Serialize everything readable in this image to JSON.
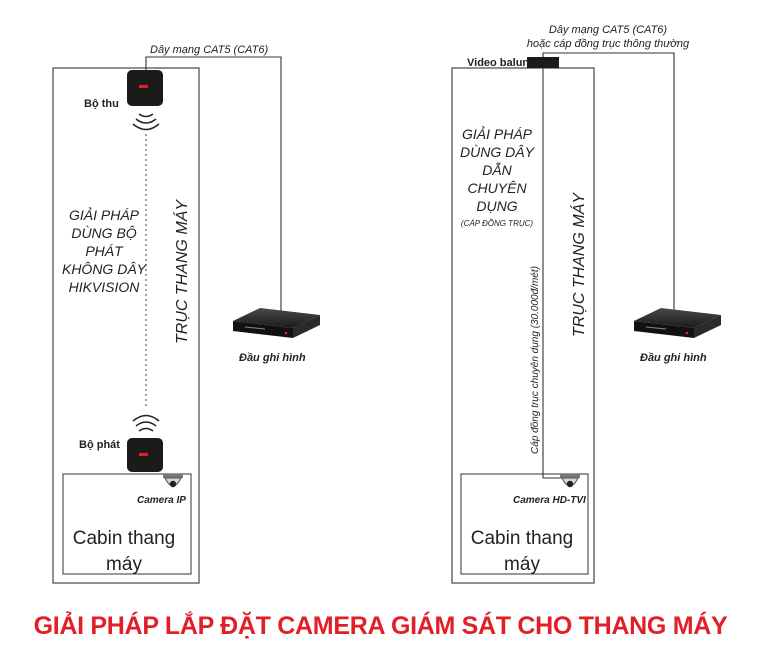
{
  "main_title": "GIẢI PHÁP LẮP ĐẶT CAMERA GIÁM SÁT CHO THANG MÁY",
  "colors": {
    "title": "#e21f26",
    "line": "#333333",
    "device": "#1b1b1b",
    "logo": "#e21f26"
  },
  "left": {
    "cable_label": "Dây mạng CAT5 (CAT6)",
    "receiver_label": "Bộ thu",
    "transmitter_label": "Bộ phát",
    "shaft_label": "TRỤC THANG MÁY",
    "solution_lines": [
      "GIẢI PHÁP",
      "DÙNG BỘ",
      "PHÁT",
      "KHÔNG DÂY",
      "HIKVISION"
    ],
    "recorder_label": "Đầu ghi hình",
    "camera_label": "Camera IP",
    "cabin_lines": [
      "Cabin thang",
      "máy"
    ],
    "icons": [
      "wifi-down-icon",
      "wifi-up-icon",
      "receiver-device-icon",
      "transmitter-device-icon",
      "dome-camera-icon",
      "dvr-recorder-icon"
    ]
  },
  "right": {
    "cable_label_line1": "Dây mạng CAT5 (CAT6)",
    "cable_label_line2": "hoặc cáp đồng trục thông thường",
    "balun_label": "Video balun",
    "shaft_label": "TRỤC THANG MÁY",
    "solution_lines": [
      "GIẢI PHÁP",
      "DÙNG DÂY",
      "DẪN",
      "CHUYÊN",
      "DỤNG"
    ],
    "solution_note": "(CÁP ĐỒNG TRỤC)",
    "cable_vertical_label": "Cáp đồng trục chuyên dụng (30.000đ/mét)",
    "recorder_label": "Đầu ghi hình",
    "camera_label": "Camera HD-TVI",
    "cabin_lines": [
      "Cabin thang",
      "máy"
    ],
    "icons": [
      "video-balun-icon",
      "dome-camera-icon",
      "dvr-recorder-icon"
    ]
  }
}
